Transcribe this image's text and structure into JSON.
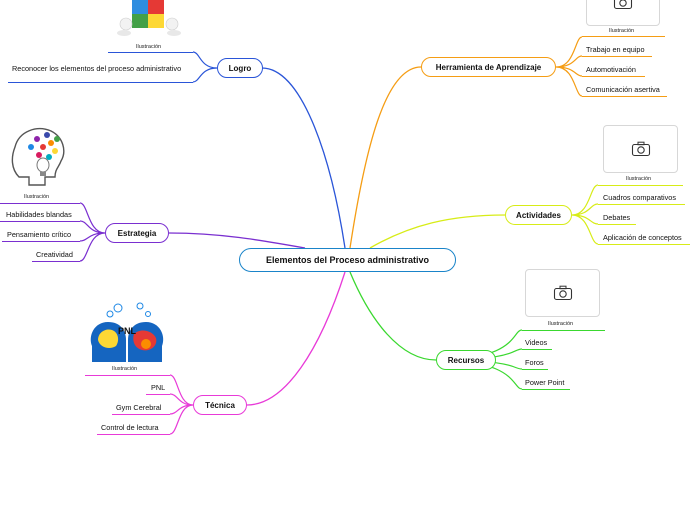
{
  "central": {
    "title": "Elementos del Proceso administrativo"
  },
  "colors": {
    "central": "#1a84c9",
    "logro": "#2a55d8",
    "herramienta": "#f59d14",
    "actividades": "#d7ec17",
    "estrategia": "#7a2fd0",
    "recursos": "#3ad82f",
    "tecnica": "#e83ad8"
  },
  "branches": {
    "logro": {
      "label": "Logro",
      "image_caption": "Ilustración",
      "items": [
        "Reconocer los elementos del proceso administrativo"
      ]
    },
    "herramienta": {
      "label": "Herramienta de Aprendizaje",
      "image_caption": "Ilustración",
      "items": [
        "Trabajo en equipo",
        "Automotivación",
        "Comunicación asertiva"
      ]
    },
    "actividades": {
      "label": "Actividades",
      "image_caption": "Ilustración",
      "items": [
        "Cuadros comparativos",
        "Debates",
        "Aplicación de conceptos"
      ]
    },
    "estrategia": {
      "label": "Estrategia",
      "image_caption": "Ilustración",
      "items": [
        "Habilidades blandas",
        "Pensamiento crítico",
        "Creatividad"
      ]
    },
    "recursos": {
      "label": "Recursos",
      "image_caption": "Ilustración",
      "items": [
        "Videos",
        "Foros",
        "Power Point"
      ]
    },
    "tecnica": {
      "label": "Técnica",
      "image_caption": "Ilustración",
      "image_text": "PNL",
      "items": [
        "PNL",
        "Gym Cerebral",
        "Control de lectura"
      ]
    }
  }
}
